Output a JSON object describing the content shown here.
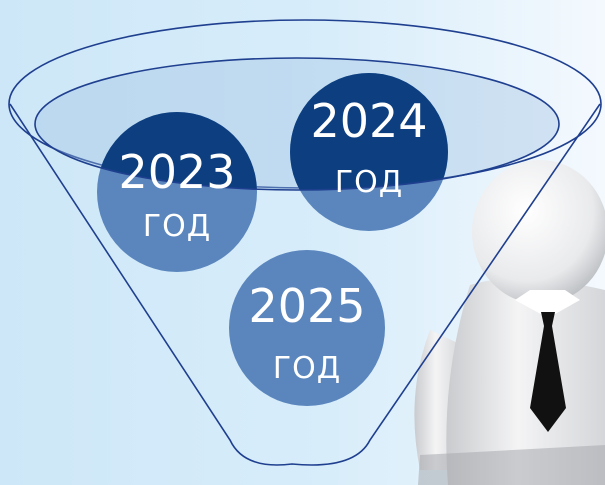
{
  "colors": {
    "background_left": "#cfe8f8",
    "background_right": "#f3f9fe",
    "funnel_stroke": "#1f3f8f",
    "circle_dark": "#0d3f80",
    "circle_light": "#5a86bd",
    "lid_fill": "#a9c8e6",
    "text": "#ffffff"
  },
  "funnel": {
    "items": [
      {
        "year": "2023",
        "unit": "год"
      },
      {
        "year": "2024",
        "unit": "год"
      },
      {
        "year": "2025",
        "unit": "год"
      }
    ]
  },
  "decoration": {
    "figure": "white-3d-businessman-with-tie-icon"
  }
}
